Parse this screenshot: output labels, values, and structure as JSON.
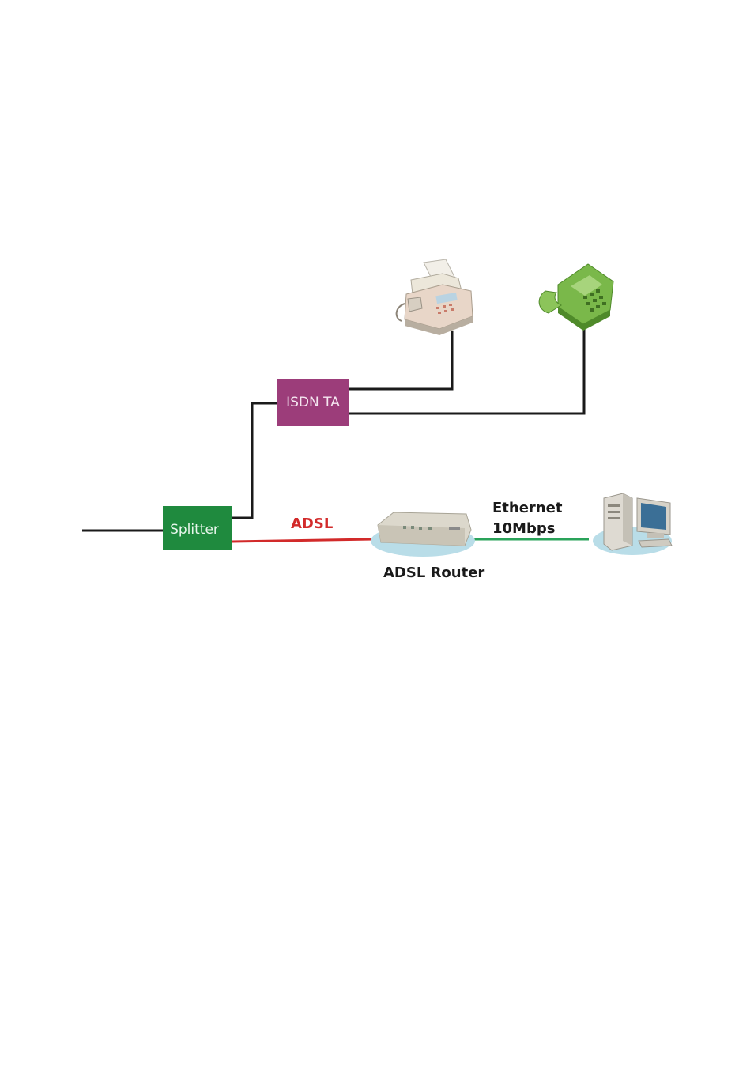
{
  "nodes": {
    "isdn_ta": {
      "label": "ISDN TA",
      "color": "#9c3d7a"
    },
    "splitter": {
      "label": "Splitter",
      "color": "#1f8a3e"
    },
    "adsl_router": {
      "label": "ADSL Router"
    }
  },
  "links": {
    "adsl": {
      "label": "ADSL",
      "color": "#d22a2a"
    },
    "ethernet": {
      "label_line1": "Ethernet",
      "label_line2": "10Mbps",
      "color": "#2aa35a"
    },
    "phone_line": {
      "color": "#1a1a1a"
    }
  },
  "icons": [
    "fax-machine-icon",
    "telephone-icon",
    "adsl-router-icon",
    "desktop-computer-icon"
  ]
}
